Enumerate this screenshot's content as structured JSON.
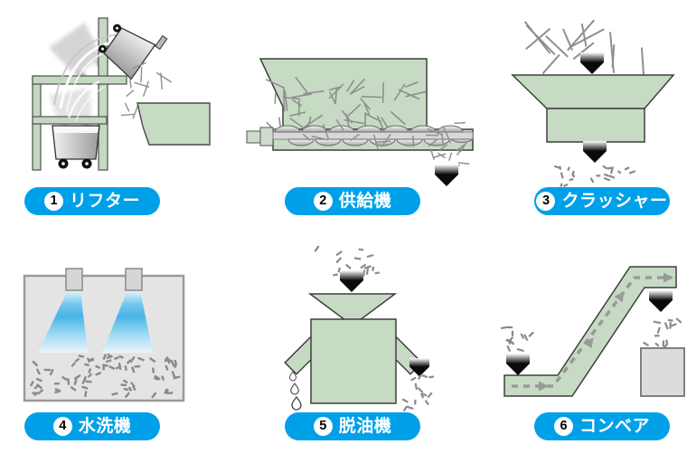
{
  "diagram": {
    "steps": [
      {
        "num": "1",
        "label": "リフター",
        "illustration": "lifter-tipping-cart"
      },
      {
        "num": "2",
        "label": "供給機",
        "illustration": "screw-feeder-hopper"
      },
      {
        "num": "3",
        "label": "クラッシャー",
        "illustration": "crusher-funnel"
      },
      {
        "num": "4",
        "label": "水洗機",
        "illustration": "washing-tank-spray-nozzles"
      },
      {
        "num": "5",
        "label": "脱油機",
        "illustration": "deoiler-with-drain-drops"
      },
      {
        "num": "6",
        "label": "コンベア",
        "illustration": "inclined-conveyor-to-box"
      }
    ],
    "colors": {
      "accent_blue": "#00a0e9",
      "machine_green": "#c7dbc4",
      "chip_gray": "#8f8f8f",
      "spray_blue": "#3fb2e7",
      "tank_gray": "#e4e4e4",
      "arrow_black": "#0a0a0a",
      "label_text": "#ffffff"
    }
  }
}
